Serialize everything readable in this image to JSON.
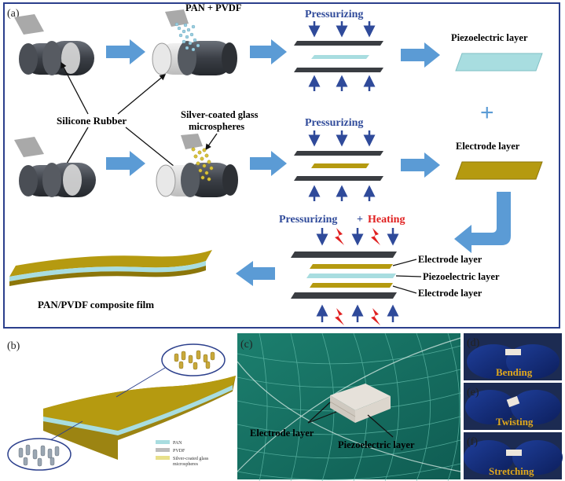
{
  "panel_a": {
    "letter": "(a)",
    "pan_pvdf": "PAN + PVDF",
    "silicone_rubber": "Silicone Rubber",
    "silver_coated_line1": "Silver-coated glass",
    "silver_coated_line2": "microspheres",
    "pressurizing_top": "Pressurizing",
    "pressurizing_mid": "Pressurizing",
    "pressurizing_bottom": "Pressurizing",
    "plus_sign": "+",
    "heating": "Heating",
    "piezoelectric_layer": "Piezoelectric layer",
    "electrode_layer": "Electrode layer",
    "stack_electrode_top": "Electrode layer",
    "stack_piezoelectric": "Piezoelectric layer",
    "stack_electrode_bottom": "Electrode layer",
    "composite_film": "PAN/PVDF composite film"
  },
  "panel_b": {
    "letter": "(b)",
    "legend": [
      "PAN",
      "PVDF",
      "Silver-coated glass",
      "microspheres"
    ]
  },
  "panel_c": {
    "letter": "(c)",
    "electrode_layer": "Electrode layer",
    "piezoelectric_layer": "Piezoelectric layer"
  },
  "panel_d": {
    "letter": "(d)",
    "caption": "Bending"
  },
  "panel_e": {
    "letter": "(e)",
    "caption": "Twisting"
  },
  "panel_f": {
    "letter": "(f)",
    "caption": "Stretching"
  },
  "colors": {
    "frame": "#2b3f8c",
    "arrow": "#5b9bd5",
    "pressure_text": "#2f4a9a",
    "heating_text": "#e02020",
    "piezo": "#a8dde0",
    "electrode": "#b59a10",
    "dark_plate": "#3a3d42",
    "caption_gold": "#e0a81c"
  }
}
